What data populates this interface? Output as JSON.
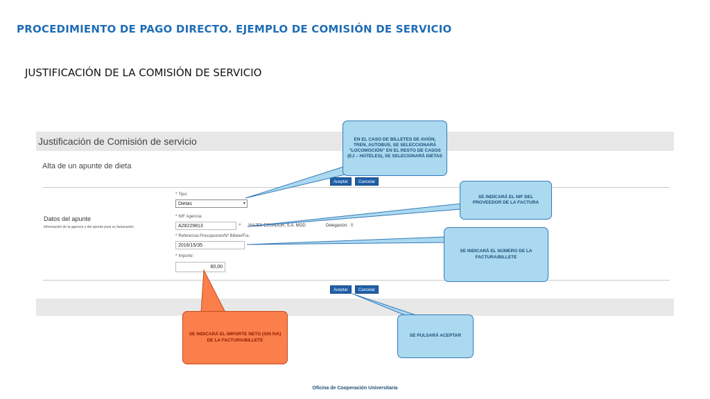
{
  "slide": {
    "title": "PROCEDIMIENTO DE PAGO DIRECTO. EJEMPLO DE COMISIÓN DE SERVICIO",
    "subtitle": "JUSTIFICACIÓN DE LA COMISIÓN DE SERVICIO",
    "footer": "Oficina de Cooperación Universitaria"
  },
  "form": {
    "title": "Justificación de Comisión de servicio",
    "subtitle": "Alta de un apunte de dieta",
    "accept_label": "Aceptar",
    "cancel_label": "Cancelar",
    "section_title": "Datos del apunte",
    "section_desc": "Información de la agencia y del apunte para su facturación",
    "required_mark": "*",
    "fields": {
      "tipo_label": "Tipo:",
      "tipo_value": "Dietas",
      "nif_label": "NIF Agencia:",
      "nif_value": "A28229813",
      "agency_name": "VIAJES ECUADOR, S.A. MOD",
      "delegation_label": "Delegación:",
      "delegation_value": "0",
      "ref_label": "Referencia Presupuesto/Nº Billete/Fra:",
      "ref_value": "2016/15/35",
      "importe_label": "Importe:",
      "importe_value": "60,00"
    }
  },
  "callouts": {
    "locomocion": "EN EL CASO DE BILLETES DE AVIÓN, TREN, AUTOBUS, SE SELECCIONARÁ \"LOCOMOCIÓN\" EN EL RESTO DE CASOS (EJ – HOTELES), SE SELECIONARÁ DIETAS",
    "nif": "SE INDICARÁ EL NIF DEL PROVEEDOR DE LA FACTURA",
    "numero": "SE INDICARÁ EL NÚMERO DE LA FACTURA/BILLETE",
    "importe": "SE INDICARÁ EL IMPORTE NETO (SIN IVA) DE LA FACTURA/BILLETE",
    "aceptar": "SE PULSARÁ ACEPTAR"
  },
  "colors": {
    "title_blue": "#1f6db5",
    "button_blue": "#1f5fa8",
    "callout_blue": "#aad9f0",
    "callout_orange": "#fb7f4b"
  }
}
